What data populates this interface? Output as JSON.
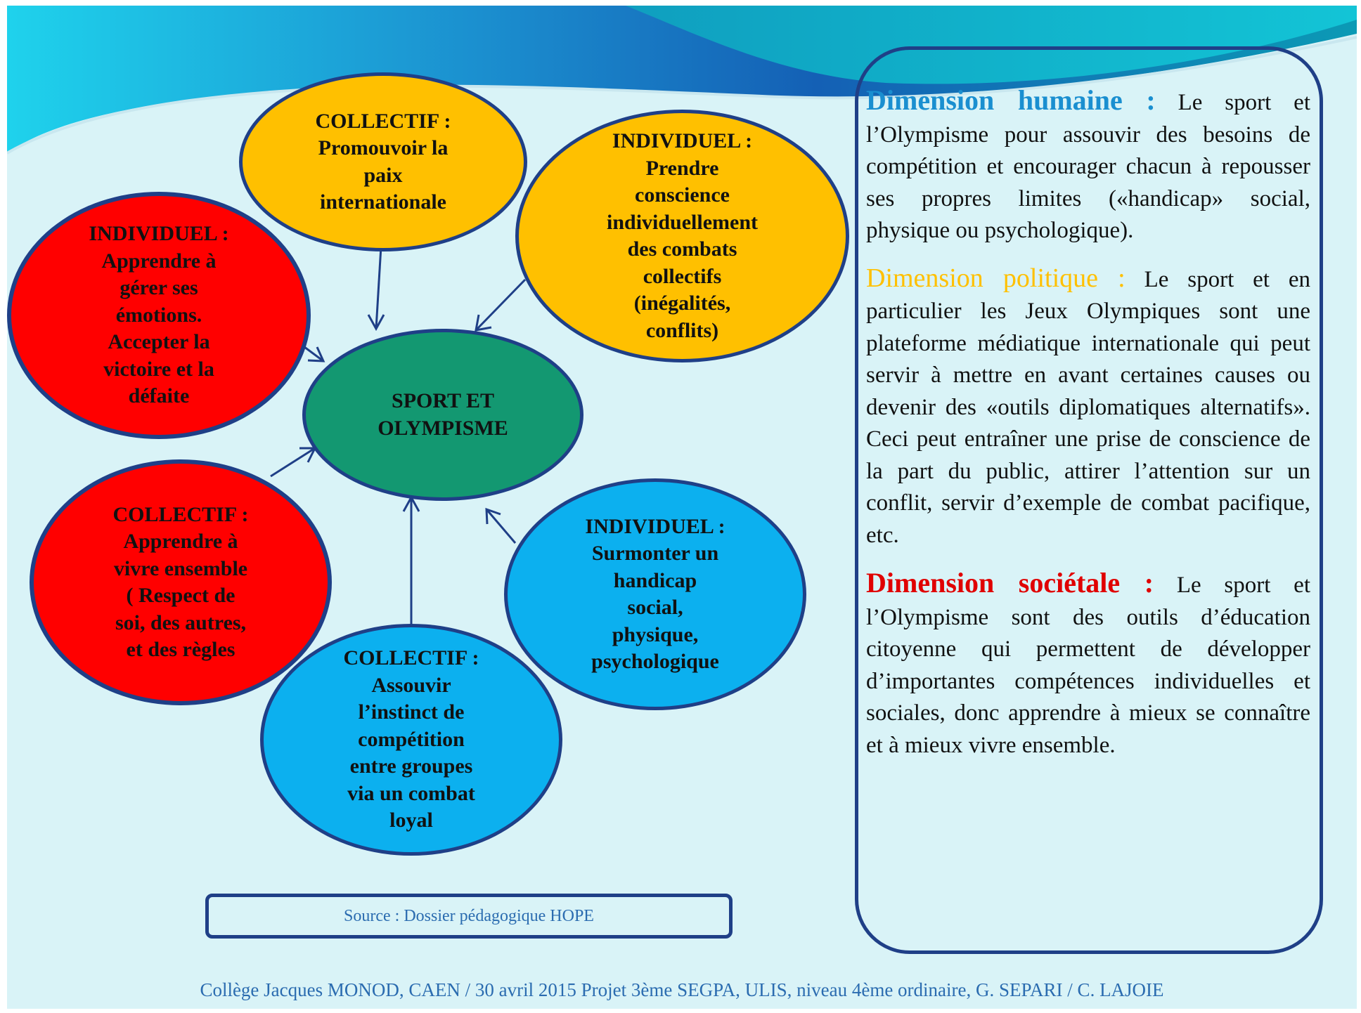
{
  "bubbles": {
    "center": [
      "SPORT ET",
      "OLYMPISME"
    ],
    "collectif_paix": [
      "COLLECTIF :",
      "Promouvoir la",
      "paix",
      "internationale"
    ],
    "individuel_conscience": [
      "INDIVIDUEL :",
      "Prendre",
      "conscience",
      "individuellement",
      "des combats",
      "collectifs",
      "(inégalités,",
      "conflits)"
    ],
    "individuel_emotions": [
      "INDIVIDUEL :",
      "Apprendre à",
      "gérer ses",
      "émotions.",
      "Accepter la",
      "victoire et la",
      "défaite"
    ],
    "collectif_ensemble": [
      "COLLECTIF :",
      "Apprendre à",
      "vivre ensemble",
      "( Respect de",
      "soi, des autres,",
      "et des règles"
    ],
    "individuel_handicap": [
      "INDIVIDUEL :",
      "Surmonter un",
      "handicap",
      "social,",
      "physique,",
      "psychologique"
    ],
    "collectif_competition": [
      "COLLECTIF :",
      "Assouvir",
      "l’instinct de",
      "compétition",
      "entre groupes",
      "via un combat",
      "loyal"
    ]
  },
  "panel": {
    "humaine_heading": "Dimension humaine :",
    "humaine_text": "Le sport et l’Olympisme pour assouvir des besoins de compétition et encourager chacun à repousser ses propres limites («handicap» social, physique ou psychologique).",
    "politique_heading": "Dimension politique :",
    "politique_text": "Le sport et en particulier les Jeux Olympiques sont une plateforme médiatique internationale qui peut servir à mettre en avant certaines causes ou devenir des «outils diplomatiques alternatifs». Ceci peut entraîner une prise de conscience de la part du public, attirer l’attention sur un conflit, servir d’exemple de combat pacifique, etc.",
    "societale_heading": "Dimension sociétale :",
    "societale_text": "Le sport et l’Olympisme sont des outils d’éducation citoyenne qui permettent de développer d’importantes compétences individuelles et sociales, donc apprendre à mieux se connaître et à mieux vivre ensemble."
  },
  "source": "Source : Dossier pédagogique HOPE",
  "footer": "Collège Jacques MONOD, CAEN /  30 avril 2015  Projet 3ème SEGPA, ULIS, niveau 4ème ordinaire, G. SEPARI / C. LAJOIE",
  "colors": {
    "red": "#ff0000",
    "orange": "#ffc000",
    "blue": "#0cb0ef",
    "green": "#139871",
    "border": "#1f3f87",
    "background": "#d9f3f7"
  }
}
